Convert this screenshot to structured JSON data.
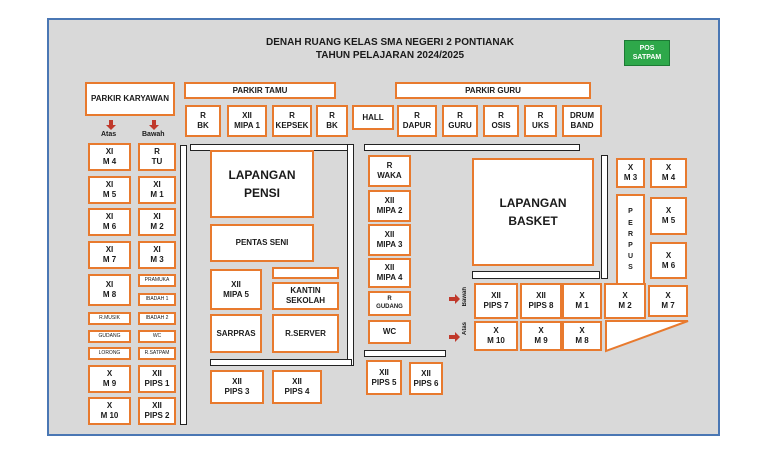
{
  "title_line1": "DENAH RUANG KELAS SMA NEGERI 2 PONTIANAK",
  "title_line2": "TAHUN PELAJARAN 2024/2025",
  "pos_satpam": "POS\nSATPAM",
  "parkir_karyawan": "PARKIR  KARYAWAN",
  "parkir_tamu": "PARKIR  TAMU",
  "parkir_guru": "PARKIR  GURU",
  "lbl_atas": "Atas",
  "lbl_bawah": "Bawah",
  "lbl_bawah_v": "Bawah",
  "lbl_atas_v": "Atas",
  "left_col_a": [
    "XI\nM 4",
    "XI\nM 5",
    "XI\nM 6",
    "XI\nM 7",
    "XI\nM 8",
    "R.MUSIK",
    "GUDANG",
    "LORONG",
    "X\nM 9",
    "X\nM 10"
  ],
  "left_col_b": [
    "R\nTU",
    "XI\nM 1",
    "XI\nM 2",
    "XI\nM 3",
    "PRAMUKA",
    "IBADAH 1",
    "IBADAH 2",
    "WC",
    "R.SATPAM",
    "XII\nPIPS 1",
    "XII\nPIPS 2"
  ],
  "top_row": [
    "R\nBK",
    "XII\nMIPA 1",
    "R\nKEPSEK",
    "R\nBK",
    "HALL",
    "R\nDAPUR",
    "R\nGURU",
    "R\nOSIS",
    "R\nUKS",
    "DRUM\nBAND"
  ],
  "lapangan_pensi": "LAPANGAN\nPENSI",
  "pentas_seni": "PENTAS SENI",
  "mipa5": "XII\nMIPA 5",
  "kantin": "KANTIN\nSEKOLAH",
  "sarpras": "SARPRAS",
  "rserver": "R.SERVER",
  "pips3": "XII\nPIPS 3",
  "pips4": "XII\nPIPS 4",
  "mid_col": [
    "R\nWAKA",
    "XII\nMIPA 2",
    "XII\nMIPA 3",
    "XII\nMIPA  4",
    "R\nGUDANG",
    "WC"
  ],
  "pips5": "XII\nPIPS 5",
  "pips6": "XII\nPIPS 6",
  "lapangan_basket": "LAPANGAN\nBASKET",
  "row_upper": [
    "XII\nPIPS 7",
    "XII\nPIPS 8",
    "X\nM 1",
    "X\nM 2",
    "X\nM 7"
  ],
  "row_lower": [
    "X\nM 10",
    "X\nM 9",
    "X\nM 8"
  ],
  "right_x": [
    "X\nM 3",
    "X\nM 4",
    "X\nM 5",
    "X\nM 6"
  ],
  "perpus": "P\nE\nR\nP\nU\nS"
}
